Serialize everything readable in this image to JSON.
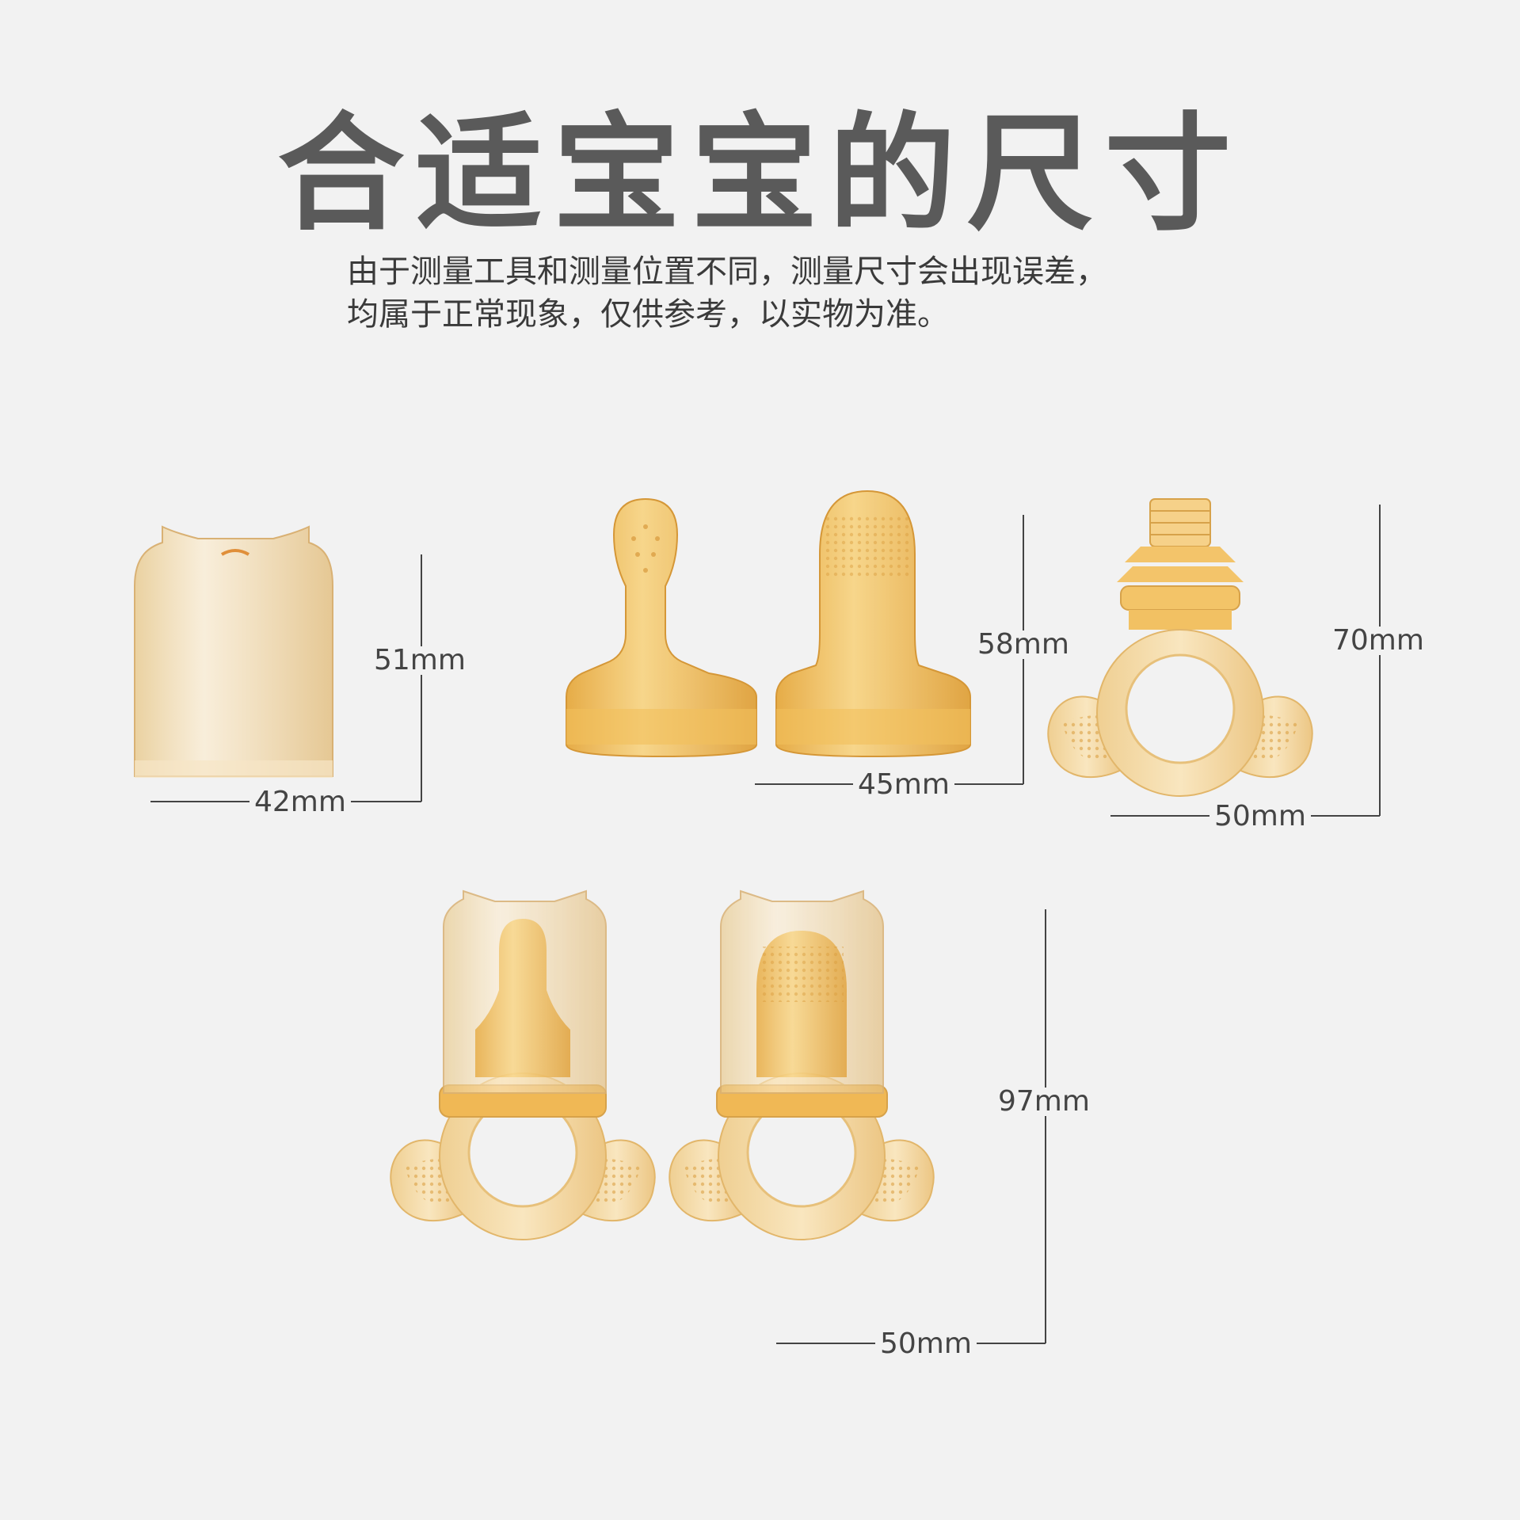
{
  "header": {
    "title": "合适宝宝的尺寸",
    "subtitle_line1": "由于测量工具和测量位置不同，测量尺寸会出现误差，",
    "subtitle_line2": "均属于正常现象，仅供参考，以实物为准。"
  },
  "dimensions": {
    "cover_height": "51mm",
    "cover_width": "42mm",
    "nipples_height": "58mm",
    "nipples_width": "45mm",
    "handle_height": "70mm",
    "handle_width": "50mm",
    "assembled_height": "97mm",
    "assembled_width": "50mm"
  },
  "colors": {
    "background": "#f2f2f2",
    "silicone": "#f3c468",
    "clear_cover": "#f6ddb0",
    "text": "#5a5a5a"
  }
}
